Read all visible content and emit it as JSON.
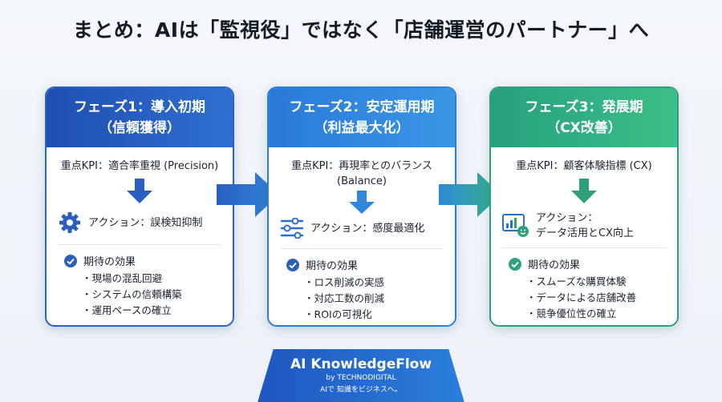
{
  "title": "まとめ：AIは「監視役」ではなく「店舗運営のパートナー」へ",
  "phases": [
    {
      "title_line1": "フェーズ1：導入初期",
      "title_line2": "（信頼獲得）",
      "kpi_line1": "重点KPI：適合率重視 (Precision)",
      "kpi_line2": "",
      "action_line1": "アクション：誤検知抑制",
      "action_line2": "",
      "effect_label": "期待の効果",
      "effects": [
        "現場の混乱回避",
        "システムの信頼構築",
        "運用ペースの確立"
      ]
    },
    {
      "title_line1": "フェーズ2：安定運用期",
      "title_line2": "（利益最大化）",
      "kpi_line1": "重点KPI：再現率とのバランス",
      "kpi_line2": "(Balance)",
      "action_line1": "アクション：感度最適化",
      "action_line2": "",
      "effect_label": "期待の効果",
      "effects": [
        "ロス削減の実感",
        "対応工数の削減",
        "ROIの可視化"
      ]
    },
    {
      "title_line1": "フェーズ3：発展期",
      "title_line2": "（CX改善）",
      "kpi_line1": "重点KPI：顧客体験指標 (CX)",
      "kpi_line2": "",
      "action_line1": "アクション：",
      "action_line2": "データ活用とCX向上",
      "effect_label": "期待の効果",
      "effects": [
        "スムーズな購買体験",
        "データによる店舗改善",
        "競争優位性の確立"
      ]
    }
  ],
  "brand": {
    "name": "AI KnowledgeFlow",
    "by": "by TECHNODIGITAL",
    "tagline": "AIで 知識をビジネスへ。"
  },
  "colors": {
    "phase1": "#2a63c4",
    "phase2": "#2a7fd6",
    "phase3": "#2fa07a",
    "check": "#2b5fb8"
  },
  "icons": {
    "phase1_action": "gear-icon",
    "phase2_action": "sliders-icon",
    "phase3_action": "dashboard-smile-icon",
    "effect": "check-circle-icon"
  }
}
